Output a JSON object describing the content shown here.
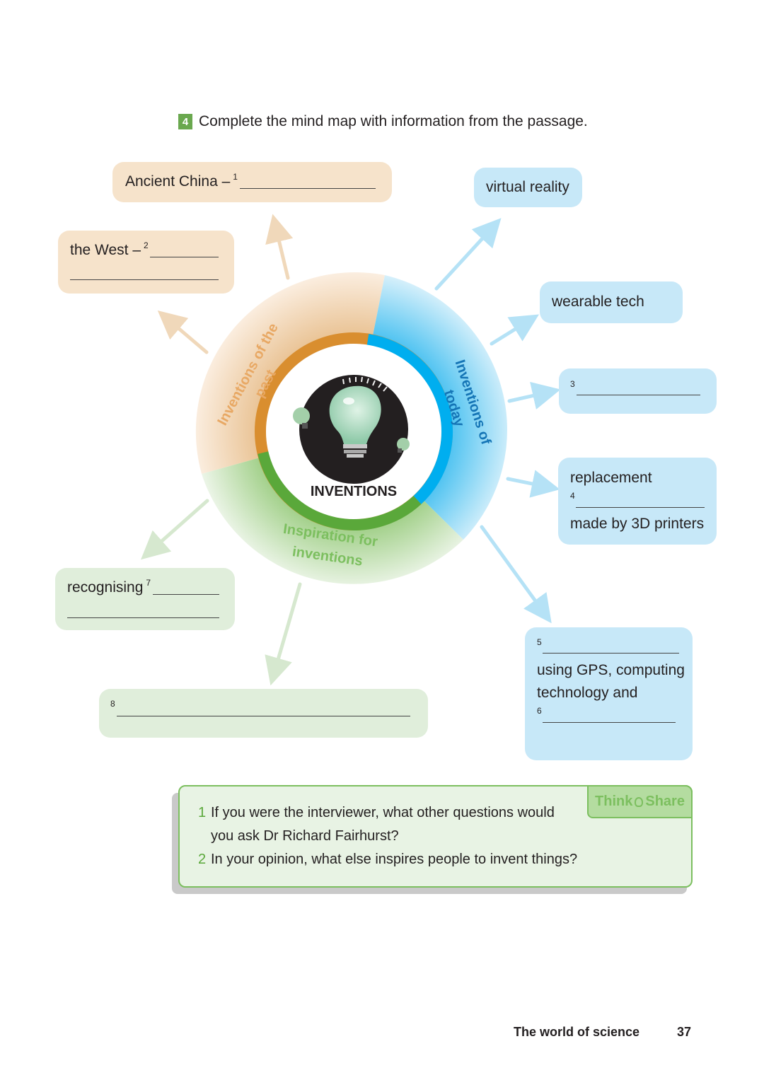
{
  "instruction": {
    "number": "4",
    "text": "Complete the mind map with information from the passage."
  },
  "center": {
    "label": "INVENTIONS",
    "icon": "light-bulb-icon"
  },
  "ring": {
    "past_label": "Inventions of the past",
    "today_label": "Inventions of today",
    "inspiration_label": "Inspiration for inventions",
    "colors": {
      "past": "#d98e2f",
      "today": "#00aeef",
      "inspiration": "#5aa83a"
    }
  },
  "past_boxes": {
    "ancient_china": {
      "text": "Ancient China –",
      "num": "1"
    },
    "the_west": {
      "text": "the West –",
      "num": "2"
    }
  },
  "today_boxes": {
    "virtual_reality": "virtual reality",
    "wearable_tech": "wearable tech",
    "blank3": {
      "num": "3"
    },
    "replacement": {
      "line1": "replacement",
      "num": "4",
      "line2": "made by 3D printers"
    },
    "box5": {
      "num5": "5",
      "text1": "using GPS, computing",
      "text2": "technology and",
      "num6": "6"
    }
  },
  "insp_boxes": {
    "recognising": {
      "text": "recognising",
      "num": "7"
    },
    "blank8": {
      "num": "8"
    }
  },
  "think_share": {
    "badge_think": "Think",
    "badge_share": "Share",
    "questions": [
      {
        "num": "1",
        "line1": "If you were the interviewer, what other questions would",
        "line2": "you ask Dr Richard Fairhurst?"
      },
      {
        "num": "2",
        "line1": "In your opinion, what else inspires people to invent things?"
      }
    ]
  },
  "footer": {
    "title": "The world of science",
    "page": "37"
  }
}
